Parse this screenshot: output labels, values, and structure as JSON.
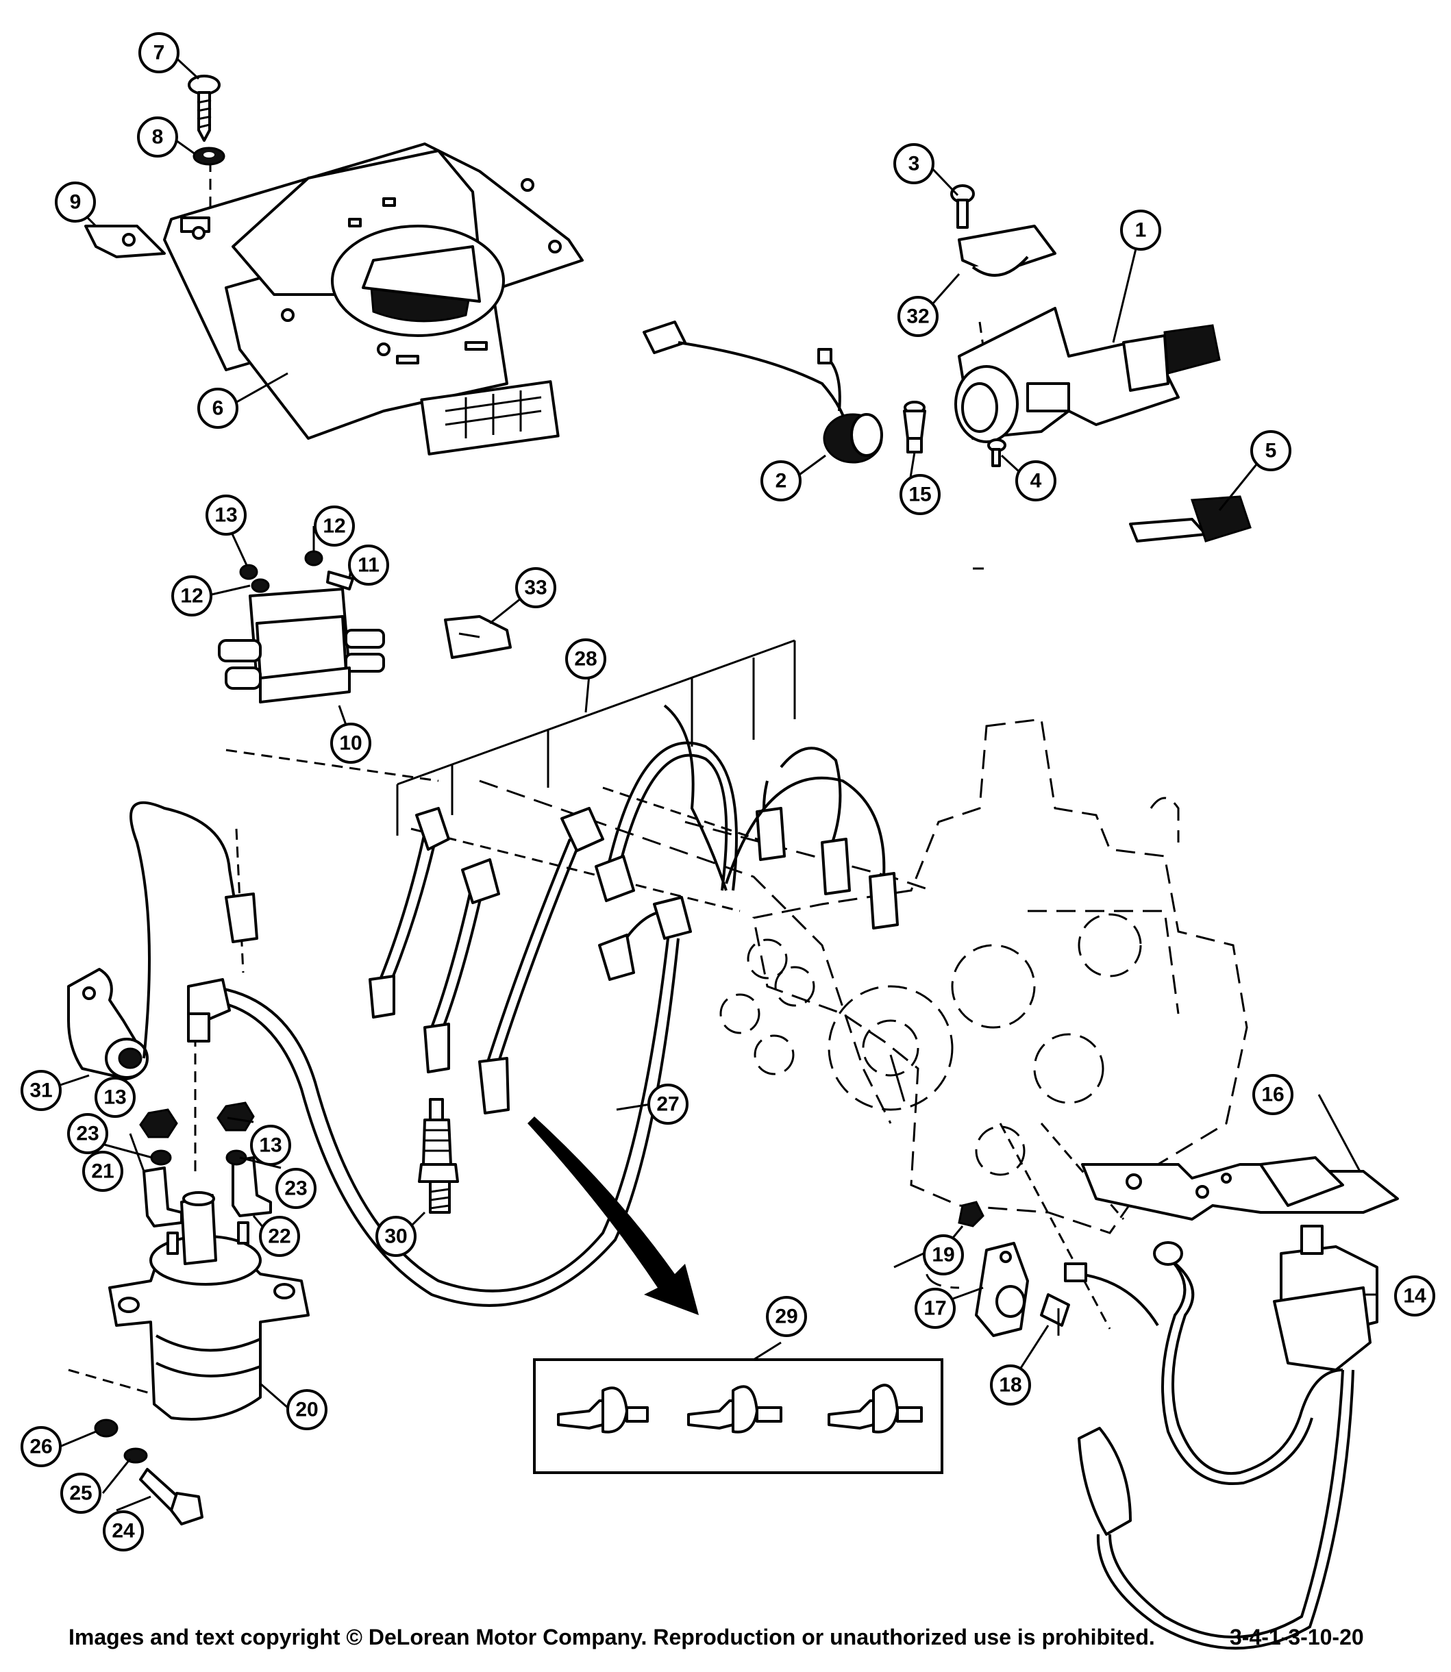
{
  "callouts": [
    "1",
    "2",
    "3",
    "4",
    "5",
    "6",
    "7",
    "8",
    "9",
    "10",
    "11",
    "12",
    "12",
    "13",
    "13",
    "13",
    "14",
    "15",
    "16",
    "17",
    "18",
    "19",
    "20",
    "21",
    "22",
    "23",
    "23",
    "24",
    "25",
    "26",
    "27",
    "28",
    "29",
    "30",
    "31",
    "32",
    "33"
  ],
  "footer": {
    "copyright": "Images and text copyright © DeLorean Motor Company. Reproduction or unauthorized use is prohibited.",
    "reference": "3-4-1-3-10-20"
  }
}
